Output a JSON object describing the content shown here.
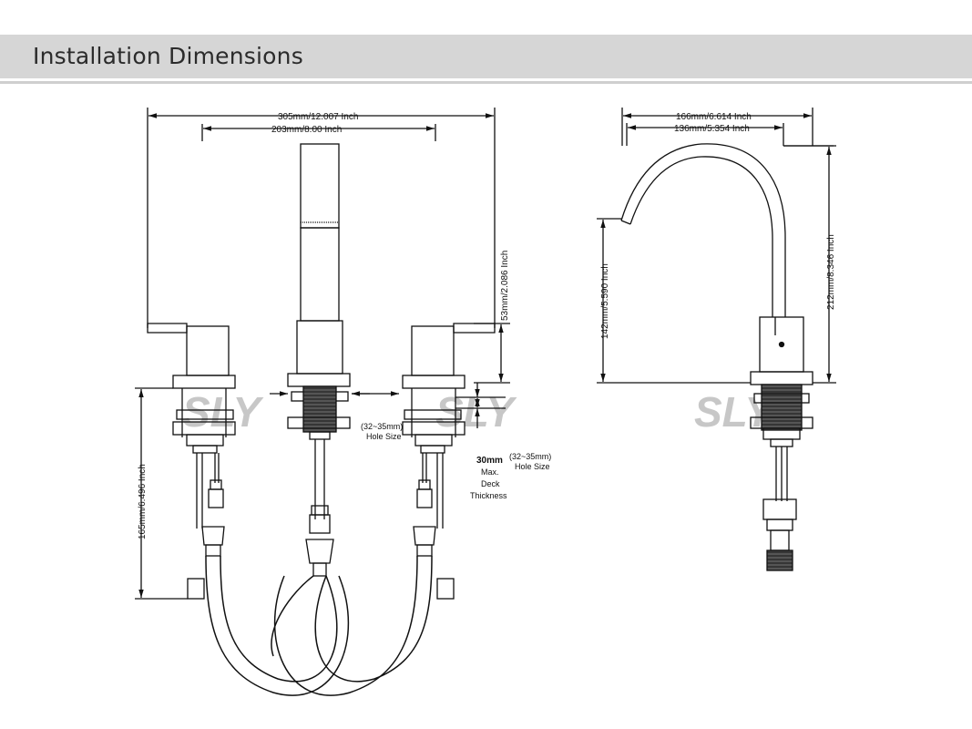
{
  "header": {
    "title": "Installation Dimensions"
  },
  "watermark": "SLY",
  "front_view": {
    "overall_width": "305mm/12.007 Inch",
    "handle_spacing": "203mm/8.00 Inch",
    "spout_height": "53mm/2.086 Inch",
    "below_deck_height": "165mm/6.496 Inch",
    "hole_size_center": [
      "(32~35mm)",
      "Hole Size"
    ],
    "hole_size_right": [
      "(32~35mm)",
      "Hole Size"
    ],
    "deck_thickness": [
      "30mm",
      "Max.",
      "Deck",
      "Thickness"
    ]
  },
  "side_view": {
    "reach_total": "166mm/6.614 Inch",
    "reach_spout": "136mm/5.354 Inch",
    "total_height": "212mm/8.346 Inch",
    "spout_outlet_height": "142mm/5.590 Inch"
  }
}
